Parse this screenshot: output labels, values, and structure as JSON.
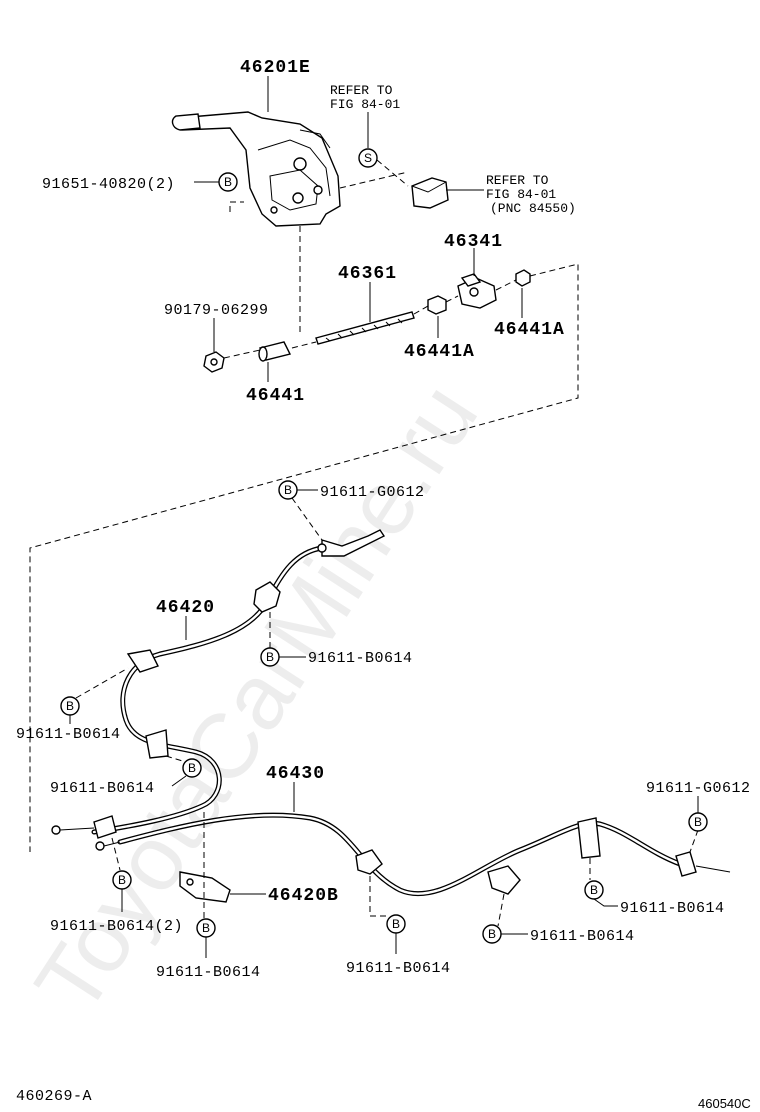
{
  "watermark": "ToyotaCarMine.ru",
  "footer": {
    "left_code": "460269-A",
    "right_code": "460540C"
  },
  "marker_letters": {
    "bolt": "B",
    "screw": "S"
  },
  "parts": {
    "lever": "46201E",
    "lever_bolt": "91651-40820(2)",
    "refer_fig_a": {
      "line1": "REFER TO",
      "line2": "FIG 84-01"
    },
    "refer_fig_b": {
      "line1": "REFER TO",
      "line2": "FIG 84-01",
      "line3": "(PNC 84550)"
    },
    "rod": "46361",
    "equalizer": "46341",
    "nut_a1": "46441A",
    "nut_a2": "46441A",
    "nut": "90179-06299",
    "adjuster": "46441",
    "cable_front_bolt": "91611-G0612",
    "cable_no1": "46420",
    "cable_bolt_1": "91611-B0614",
    "cable_bolt_2": "91611-B0614",
    "cable_bolt_3": "91611-B0614",
    "cable_no2": "46430",
    "rear_bolt": "91611-G0612",
    "bracket": "46420B",
    "rear_bolt_2": "91611-B0614",
    "bolt_pair": "91611-B0614(2)",
    "bolt_bottom_1": "91611-B0614",
    "bolt_bottom_2": "91611-B0614",
    "bolt_bottom_3": "91611-B0614"
  }
}
